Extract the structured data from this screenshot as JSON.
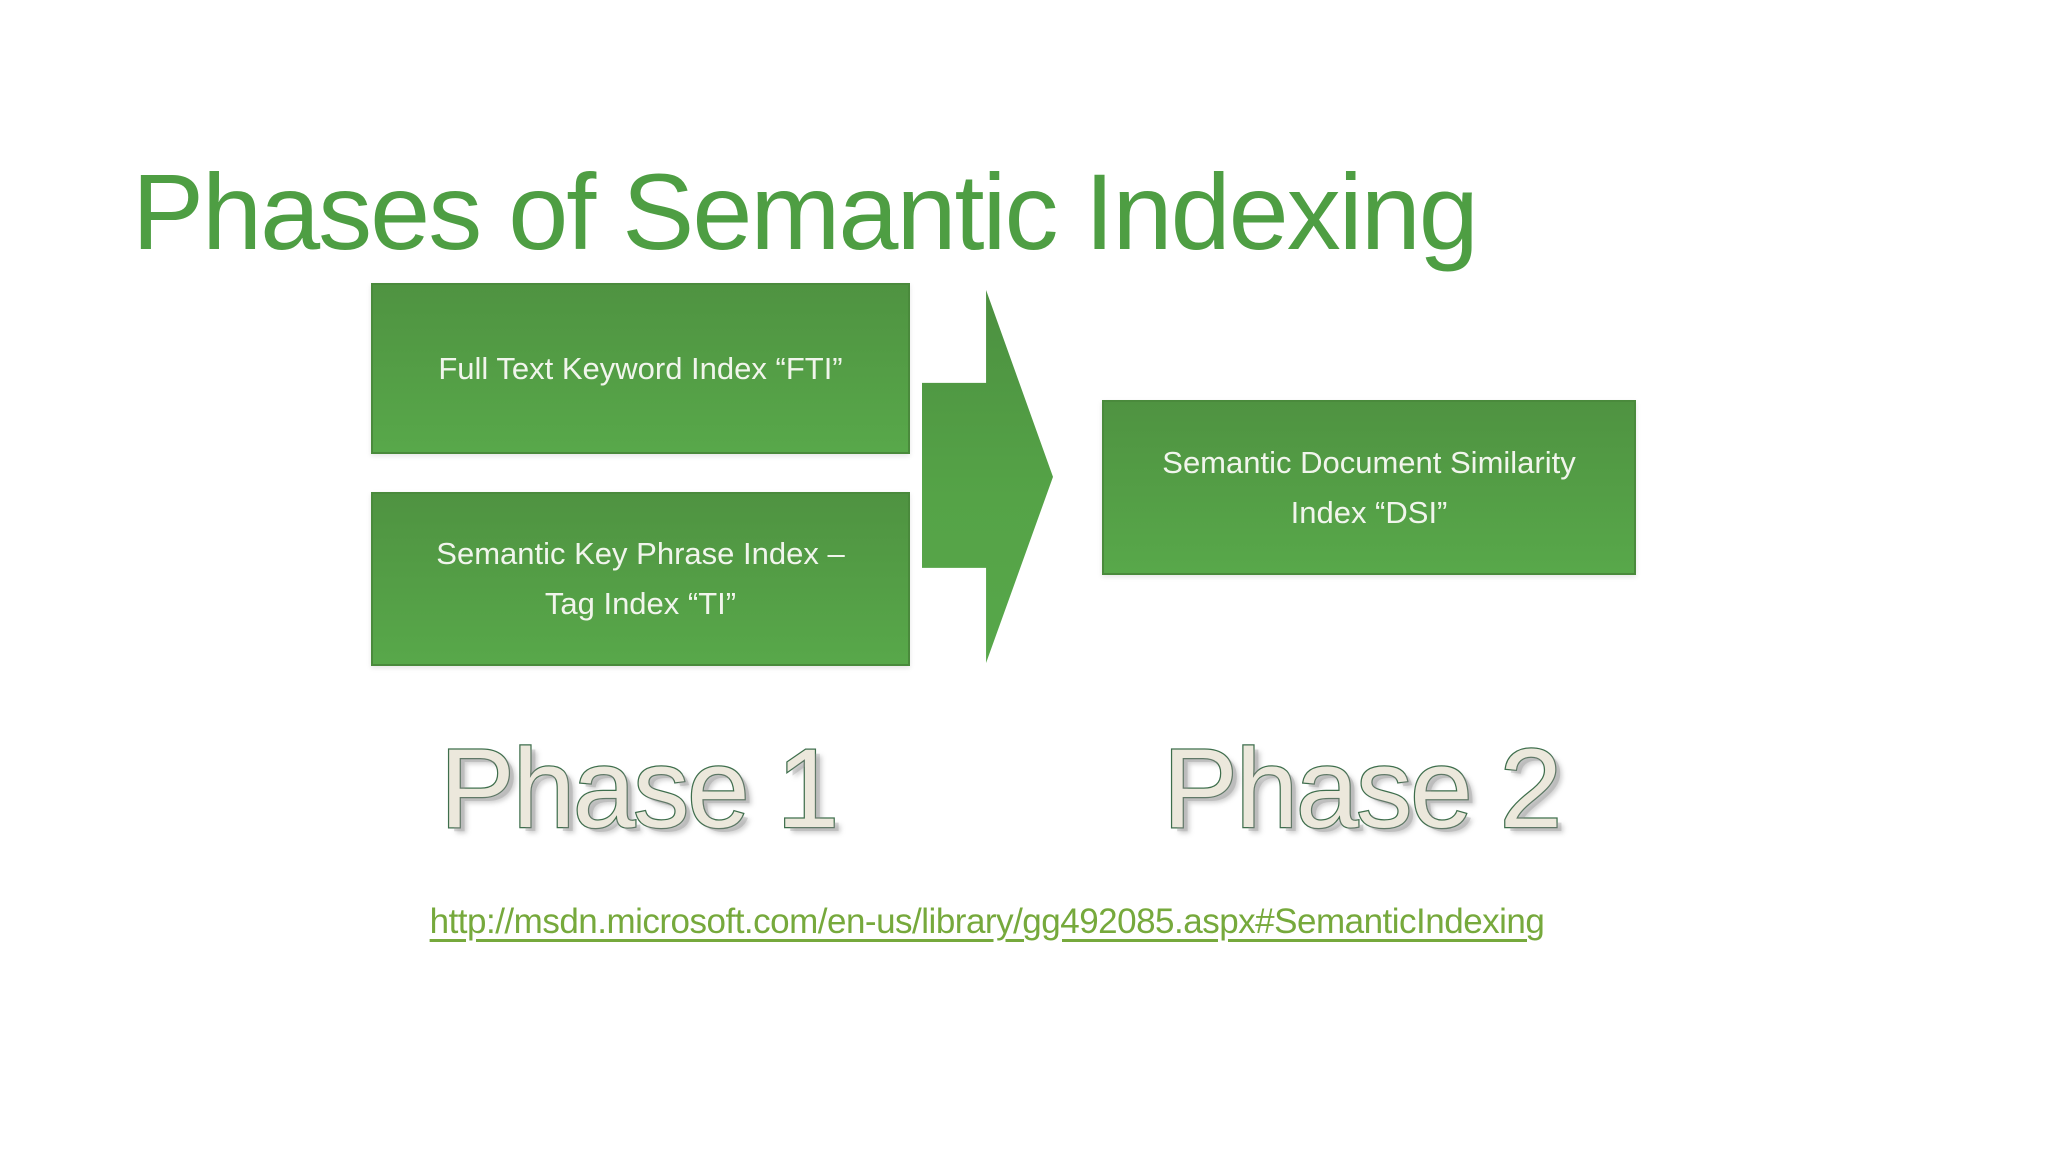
{
  "slide": {
    "title": "Phases of Semantic Indexing",
    "boxes": [
      {
        "id": "fti",
        "label": "Full Text Keyword Index “FTI”"
      },
      {
        "id": "ti",
        "label": "Semantic Key Phrase Index –\nTag Index “TI”"
      },
      {
        "id": "dsi",
        "label": "Semantic Document Similarity\nIndex “DSI”"
      }
    ],
    "arrow": {
      "meaning": "phase-1-feeds-phase-2"
    },
    "phase_labels": {
      "phase1": "Phase 1",
      "phase2": "Phase 2"
    },
    "link": {
      "text": "http://msdn.microsoft.com/en-us/library/gg492085.aspx#SemanticIndexing"
    },
    "colors": {
      "bg": "#ffffff",
      "title-green": "#4e9e43",
      "box-edge": "#4a8a3c",
      "box-grad-a": "#4f9341",
      "box-grad-b": "#58a84a",
      "box-text": "#f1f5ec",
      "url-green": "#76a93c",
      "phase-fill": "#ece8dc",
      "phase-outline": "#3e6e4c"
    }
  }
}
